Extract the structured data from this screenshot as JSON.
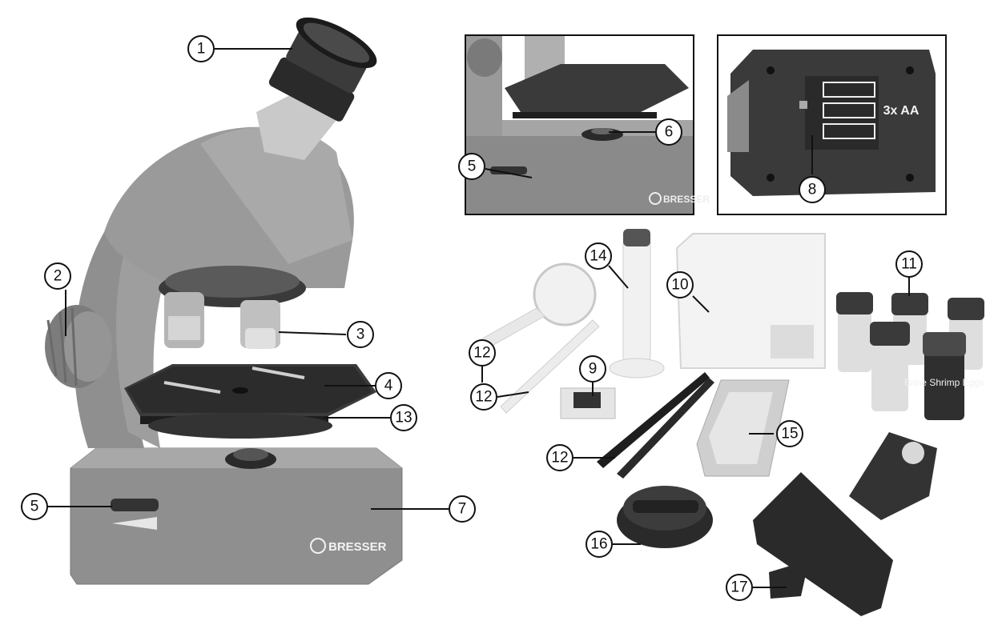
{
  "figure": {
    "brand": "BRESSER",
    "battery_text": "3x AA",
    "bottle_label": "Brine Shrimp Eggs",
    "callouts": [
      "1",
      "2",
      "3",
      "4",
      "5",
      "5",
      "6",
      "7",
      "8",
      "9",
      "10",
      "11",
      "12",
      "12",
      "13",
      "14",
      "15",
      "16",
      "17"
    ]
  },
  "colors": {
    "body_gray": "#8d8d8d",
    "dark": "#2b2b2b",
    "line": "#111111"
  }
}
